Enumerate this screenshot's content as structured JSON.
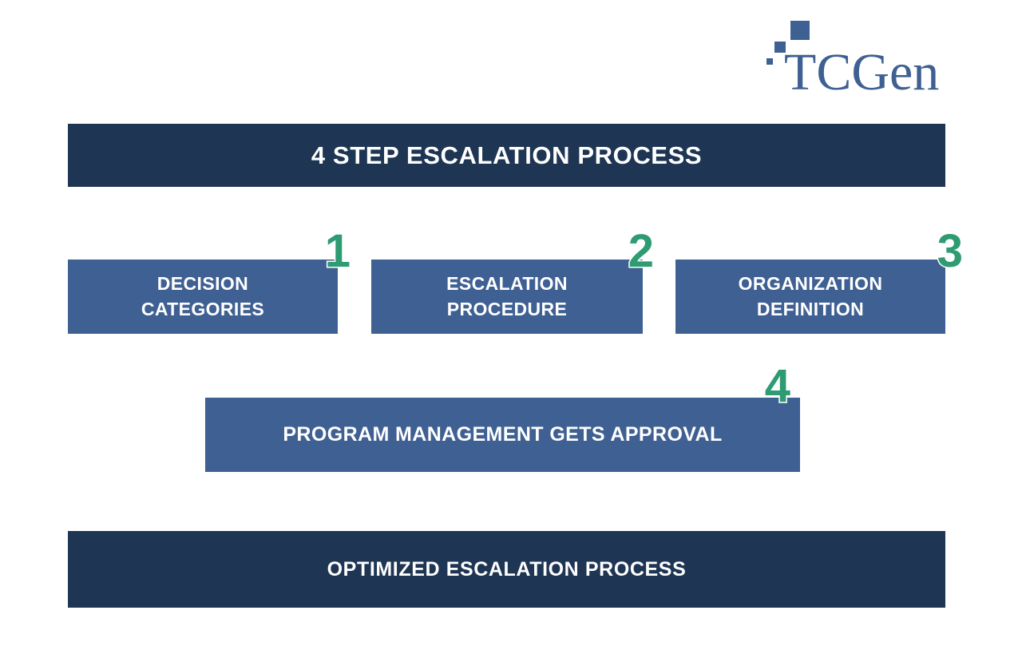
{
  "logo": {
    "wordmark": "TCGen",
    "squares": [
      "square-large",
      "square-medium",
      "square-small"
    ],
    "color": "#3F6092"
  },
  "header_banner": {
    "title": "4 STEP ESCALATION PROCESS",
    "background": "#1E3553",
    "text_color": "#FFFFFF"
  },
  "steps": [
    {
      "number": "1",
      "label": "DECISION\nCATEGORIES",
      "line1": "DECISION",
      "line2": "CATEGORIES"
    },
    {
      "number": "2",
      "label": "ESCALATION\nPROCEDURE",
      "line1": "ESCALATION",
      "line2": "PROCEDURE"
    },
    {
      "number": "3",
      "label": "ORGANIZATION\nDEFINITION",
      "line1": "ORGANIZATION",
      "line2": "DEFINITION"
    },
    {
      "number": "4",
      "label": "PROGRAM MANAGEMENT GETS APPROVAL",
      "line1": "PROGRAM MANAGEMENT GETS APPROVAL",
      "line2": ""
    }
  ],
  "footer_banner": {
    "title": "OPTIMIZED ESCALATION PROCESS",
    "background": "#1E3553",
    "text_color": "#FFFFFF"
  },
  "colors": {
    "navy": "#1E3553",
    "steel_blue": "#3F6092",
    "green_accent": "#2E9B72",
    "white": "#FFFFFF"
  }
}
